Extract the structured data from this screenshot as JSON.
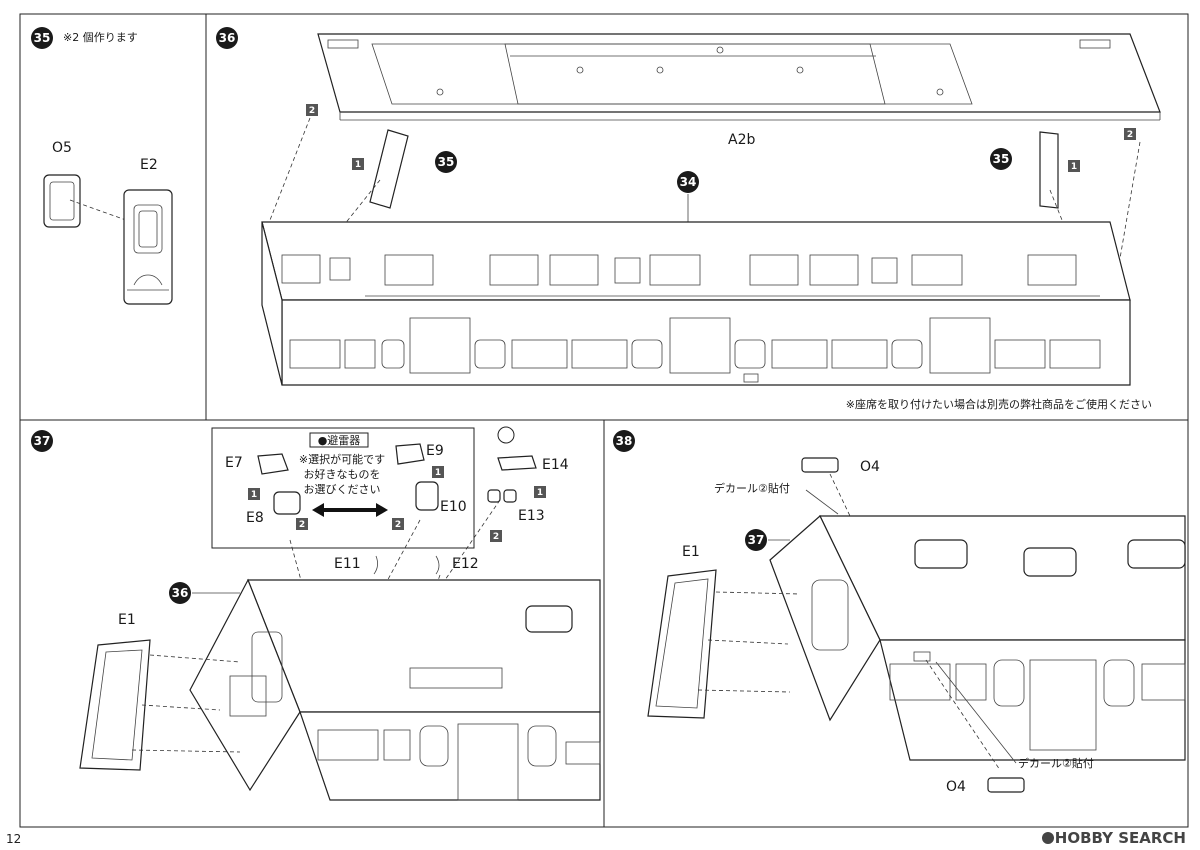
{
  "steps": {
    "s35": {
      "number": "35",
      "note": "※2 個作ります",
      "parts": {
        "o5": "O5",
        "e2": "E2"
      }
    },
    "s36": {
      "number": "36",
      "part_a2b": "A2b",
      "callout_35": "35",
      "callout_34": "34",
      "note": "※座席を取り付けたい場合は別売の弊社商品をご使用ください"
    },
    "s37": {
      "number": "37",
      "callout_36": "36",
      "inset_title": "●避雷器",
      "inset_note_1": "※選択が可能です",
      "inset_note_2": "お好きなものを",
      "inset_note_3": "お選びください",
      "parts": {
        "e7": "E7",
        "e8": "E8",
        "e9": "E9",
        "e10": "E10",
        "e11": "E11",
        "e12": "E12",
        "e13": "E13",
        "e14": "E14",
        "e1": "E1"
      }
    },
    "s38": {
      "number": "38",
      "callout_37": "37",
      "decal_label": "デカール②貼付",
      "decal_label_2": "デカール②貼付",
      "parts": {
        "o4_top": "O4",
        "o4_bottom": "O4",
        "e1": "E1"
      }
    }
  },
  "substeps": {
    "one": "1",
    "two": "2"
  },
  "footer": {
    "page_number": "12",
    "watermark": "HOBBY SEARCH"
  },
  "colors": {
    "line": "#1a1a1a",
    "badge": "#1a1a1a",
    "substep": "#555555"
  }
}
